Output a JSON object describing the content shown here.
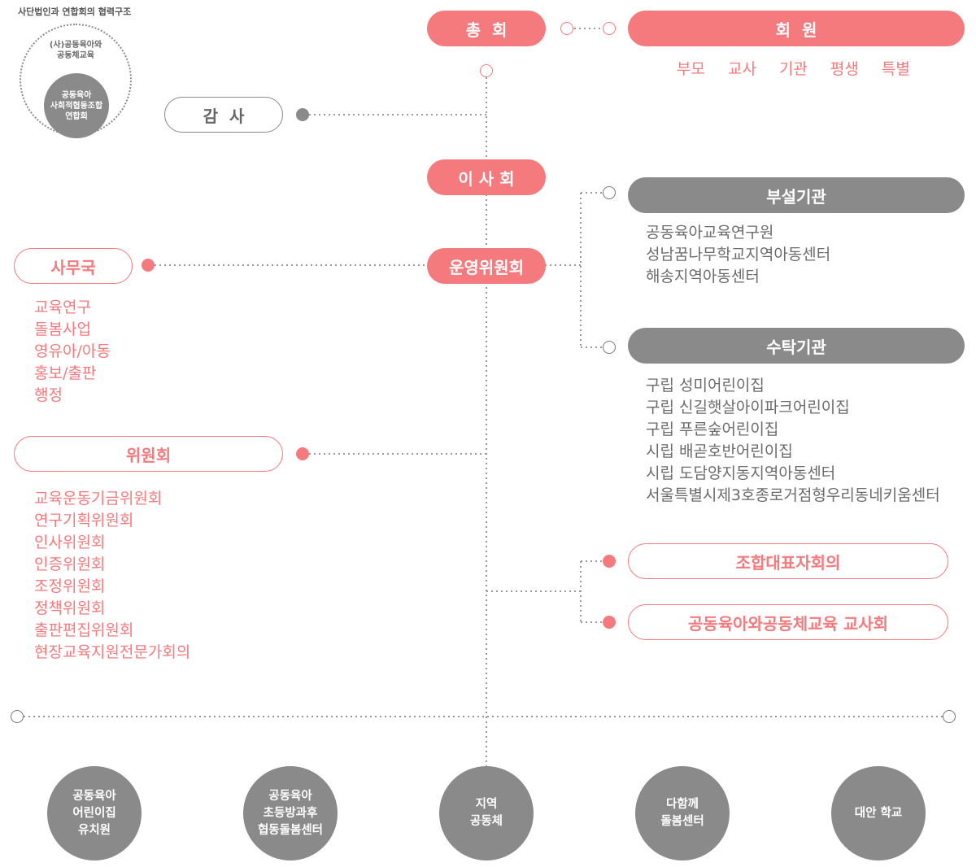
{
  "coop_structure": {
    "caption": "사단법인과 연합회의 협력구조",
    "org_name": "(사)공동육아와\n공동체교육",
    "federation_name": "공동육아\n사회적협동조합\n연합회"
  },
  "nodes": {
    "general_assembly": "총  회",
    "members": "회  원",
    "audit": "감  사",
    "board": "이 사 회",
    "steering": "운영위원회",
    "secretariat": "사무국",
    "committees": "위원회",
    "affiliated": "부설기관",
    "commissioned": "수탁기관",
    "coop_rep_council": "조합대표자회의",
    "teachers_council": "공동육아와공동체교육 교사회"
  },
  "member_types": [
    "부모",
    "교사",
    "기관",
    "평생",
    "특별"
  ],
  "secretariat_items": [
    "교육연구",
    "돌봄사업",
    "영유아/아동",
    "홍보/출판",
    "행정"
  ],
  "committee_items": [
    "교육운동기금위원회",
    "연구기획위원회",
    "인사위원회",
    "인증위원회",
    "조정위원회",
    "정책위원회",
    "출판편집위원회",
    "현장교육지원전문가회의"
  ],
  "affiliated_items": [
    "공동육아교육연구원",
    "성남꿈나무학교지역아동센터",
    "해송지역아동센터"
  ],
  "commissioned_items": [
    "구립 성미어린이집",
    "구립 신길햇살아이파크어린이집",
    "구립 푸른숲어린이집",
    "시립 배곧호반어린이집",
    "시립 도담양지동지역아동센터",
    "서울특별시제3호종로거점형우리동네키움센터"
  ],
  "bottom_circles": [
    "공동육아\n어린이집\n유치원",
    "공동육아\n초등방과후\n협동돌봄센터",
    "지역\n공동체",
    "다함께\n돌봄센터",
    "대안 학교"
  ],
  "colors": {
    "accent": "#f47a7e",
    "gray": "#8a8a8a",
    "line": "#999999"
  }
}
